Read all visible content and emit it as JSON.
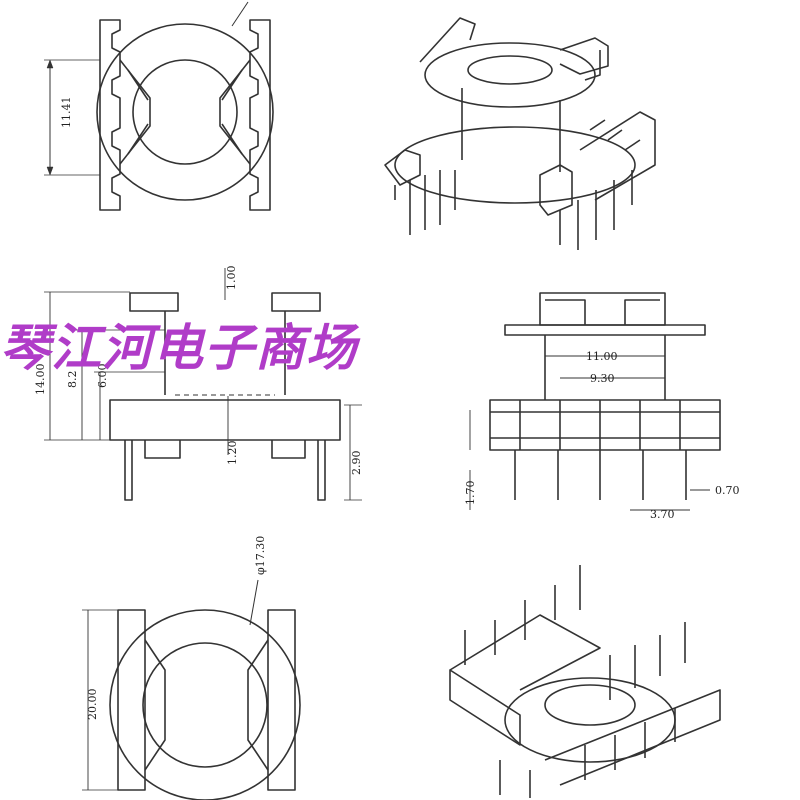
{
  "drawing": {
    "top_left": {
      "dim_height": "11.41"
    },
    "front_view": {
      "dim_top": "1.00",
      "dim_total_height": "14.00",
      "dim_h2": "8.2",
      "dim_h3": "6.00",
      "dim_flange": "1.20",
      "dim_pin_len": "2.90"
    },
    "side_view": {
      "dim_width_outer": "11.00",
      "dim_width_inner": "9.30",
      "dim_base": "1.70",
      "dim_pin_dia": "0.70",
      "dim_pitch": "3.70"
    },
    "bottom_view": {
      "dim_diameter": "φ17.30",
      "dim_height": "20.00"
    }
  },
  "watermark": {
    "text": "琴江河电子商场",
    "color": "#b03cc8"
  }
}
